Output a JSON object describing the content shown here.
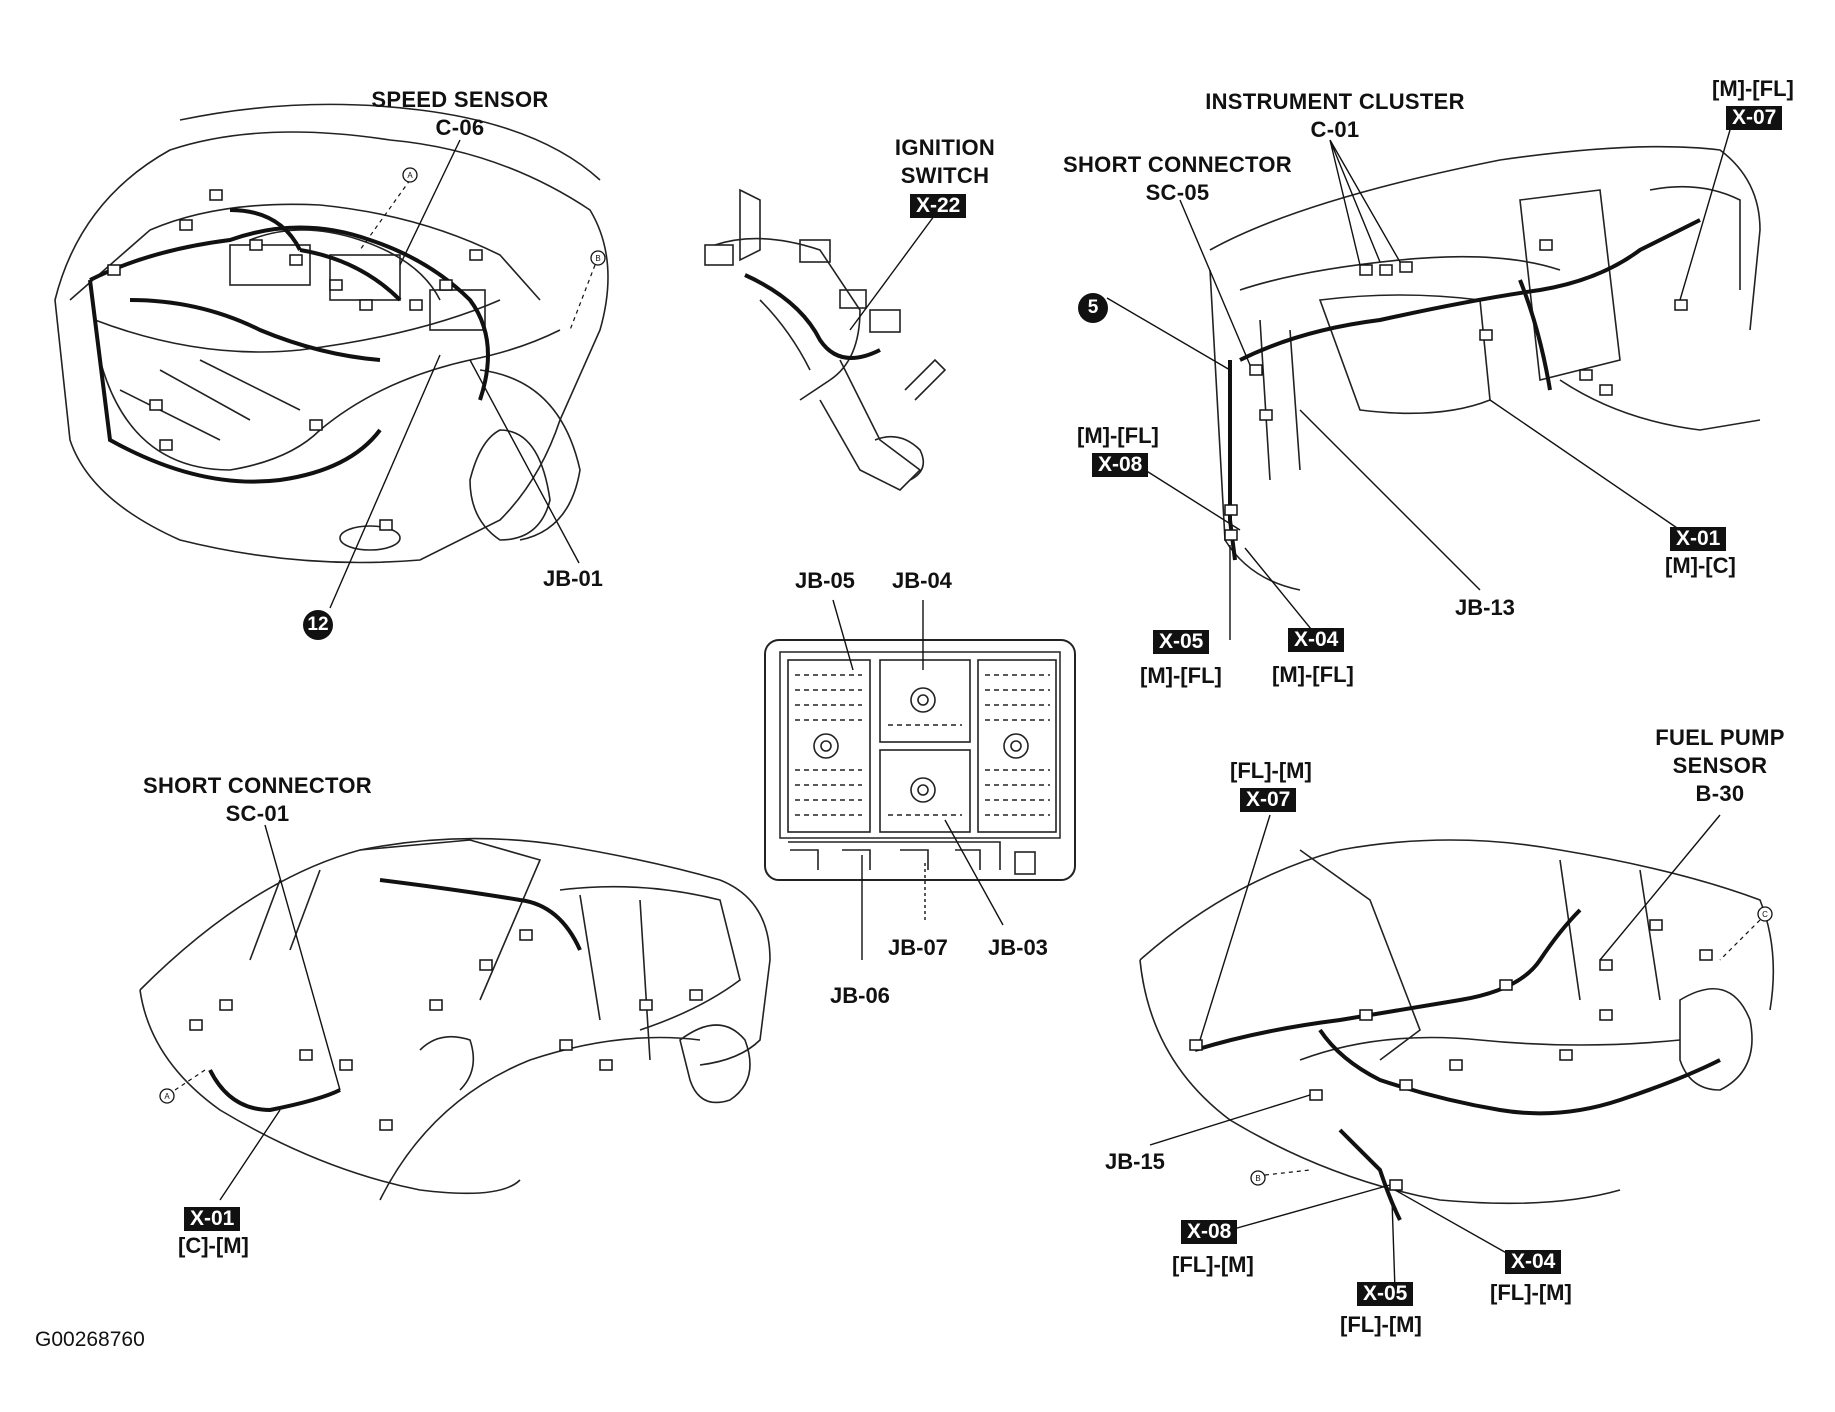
{
  "labels": {
    "speed_sensor": "SPEED SENSOR",
    "speed_sensor_code": "C-06",
    "ignition_switch_1": "IGNITION",
    "ignition_switch_2": "SWITCH",
    "ignition_tag": "X-22",
    "instrument_cluster": "INSTRUMENT CLUSTER",
    "instrument_cluster_code": "C-01",
    "short_connector_top": "SHORT CONNECTOR",
    "short_connector_top_code": "SC-05",
    "short_connector_bottom": "SHORT CONNECTOR",
    "short_connector_bottom_code": "SC-01",
    "fuel_pump_1": "FUEL PUMP",
    "fuel_pump_2": "SENSOR",
    "fuel_pump_code": "B-30",
    "jb01": "JB-01",
    "jb03": "JB-03",
    "jb04": "JB-04",
    "jb05": "JB-05",
    "jb06": "JB-06",
    "jb07": "JB-07",
    "jb13": "JB-13",
    "jb15": "JB-15",
    "circle5": "5",
    "circle12": "12",
    "figure_id": "G00268760"
  },
  "connectors": {
    "x07_top": {
      "tag": "X-07",
      "sub": "[M]-[FL]"
    },
    "x08_top": {
      "tag": "X-08",
      "sub": "[M]-[FL]"
    },
    "x01_top": {
      "tag": "X-01",
      "sub": "[M]-[C]"
    },
    "x05_top": {
      "tag": "X-05",
      "sub": "[M]-[FL]"
    },
    "x04_top": {
      "tag": "X-04",
      "sub": "[M]-[FL]"
    },
    "x01_bottom": {
      "tag": "X-01",
      "sub": "[C]-[M]"
    },
    "x07_bottom": {
      "tag": "X-07",
      "sub": "[FL]-[M]"
    },
    "x08_bottom": {
      "tag": "X-08",
      "sub": "[FL]-[M]"
    },
    "x04_bottom": {
      "tag": "X-04",
      "sub": "[FL]-[M]"
    },
    "x05_bottom": {
      "tag": "X-05",
      "sub": "[FL]-[M]"
    }
  },
  "markers": {
    "a": "A",
    "b": "B",
    "c": "C"
  }
}
